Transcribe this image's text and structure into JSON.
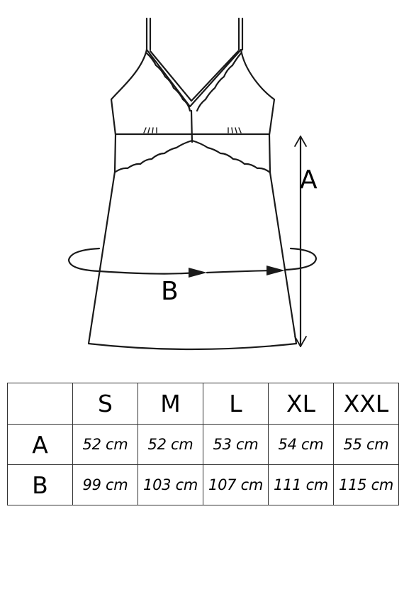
{
  "diagram": {
    "label_a": "A",
    "label_b": "B"
  },
  "size_table": {
    "corner": "",
    "columns": [
      "S",
      "M",
      "L",
      "XL",
      "XXL"
    ],
    "rows": [
      {
        "label": "A",
        "values": [
          "52 cm",
          "52 cm",
          "53 cm",
          "54 cm",
          "55 cm"
        ]
      },
      {
        "label": "B",
        "values": [
          "99 cm",
          "103 cm",
          "107 cm",
          "111 cm",
          "115 cm"
        ]
      }
    ]
  }
}
